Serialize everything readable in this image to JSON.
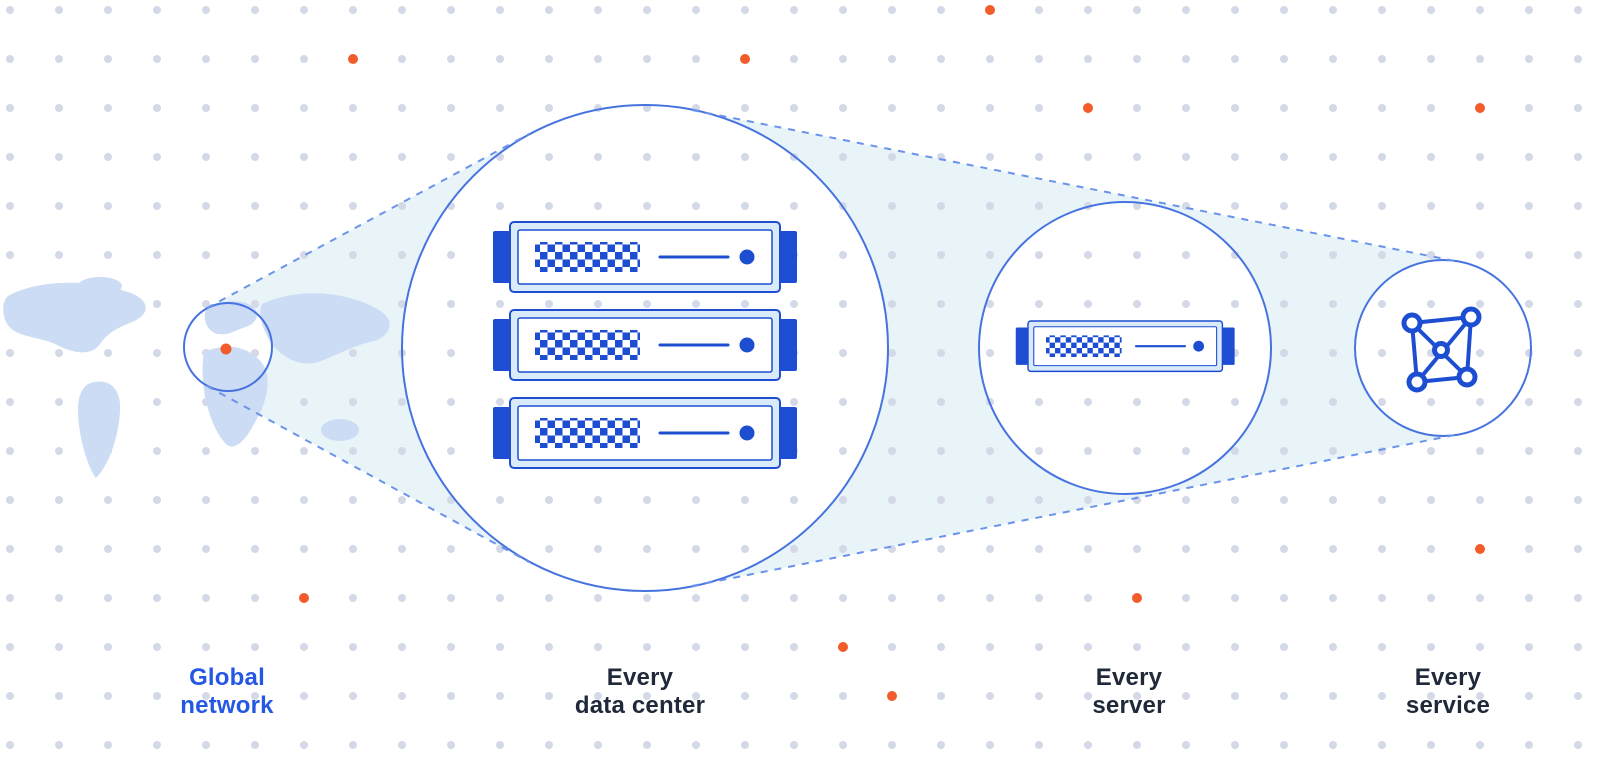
{
  "labels": {
    "global_network": {
      "line1": "Global",
      "line2": "network"
    },
    "data_center": {
      "line1": "Every",
      "line2": "data center"
    },
    "server": {
      "line1": "Every",
      "line2": "server"
    },
    "service": {
      "line1": "Every",
      "line2": "service"
    }
  },
  "icons": {
    "map": "world-map",
    "map_highlight": "orange-location-dot",
    "data_center": "server-rack-icon",
    "server": "server-unit-icon",
    "service": "network-mesh-icon",
    "background": "dot-grid-pattern"
  },
  "colors": {
    "accent_blue": "#1d4ed2",
    "circle_stroke": "#4673e0",
    "dash_stroke": "#6b93ea",
    "cone_fill": "#e8f4f8",
    "grid_dot": "#d4d9e7",
    "orange_dot": "#f25c2a",
    "map_fill": "#ccdcf4",
    "server_fill": "#d9ebfb",
    "label_dark": "#20293a",
    "label_blue": "#2458e4"
  }
}
